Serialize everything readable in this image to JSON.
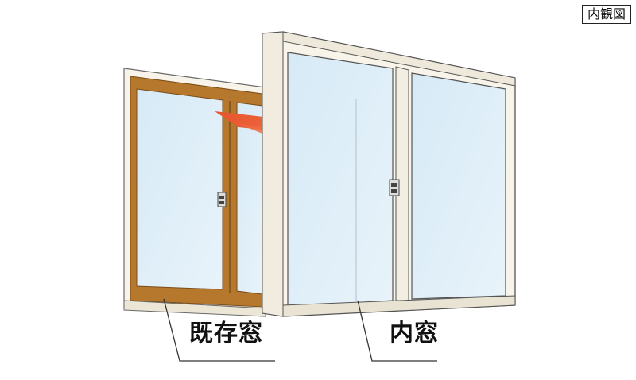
{
  "view_label": "内観図",
  "labels": {
    "existing_window": "既存窓",
    "inner_window": "内窓"
  },
  "colors": {
    "glass": "#dcedf7",
    "wood": "#b5782d",
    "frame_white": "#faf6ec",
    "arrow": "#e8552e"
  }
}
